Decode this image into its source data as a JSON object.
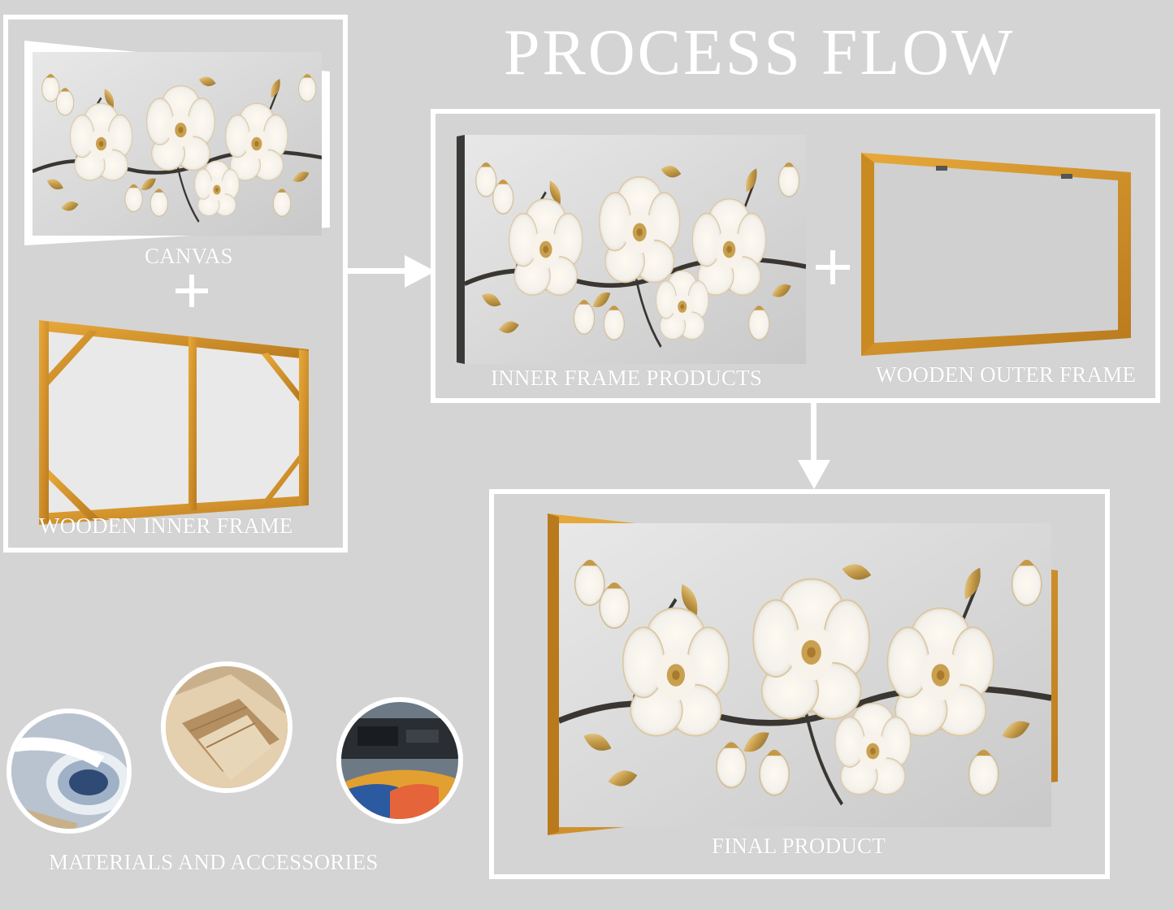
{
  "title": "PROCESS FLOW",
  "labels": {
    "canvas": "CANVAS",
    "wooden_inner_frame": "WOODEN INNER FRAME",
    "inner_frame_products": "INNER FRAME PRODUCTS",
    "wooden_outer_frame": "WOODEN OUTER FRAME",
    "final_product": "FINAL PRODUCT",
    "materials": "MATERIALS AND ACCESSORIES"
  },
  "colors": {
    "background": "#d4d4d4",
    "box_border": "#ffffff",
    "wood": "#d9972a",
    "wood_dark": "#b87a1c",
    "artwork_bg": "#dedede",
    "petal": "#ffffff",
    "gold_leaf": "#c9a45a"
  },
  "icons": {
    "plus_1": "plus-icon",
    "plus_2": "plus-icon",
    "arrow_right": "arrow-right-icon",
    "arrow_down": "arrow-down-icon"
  }
}
